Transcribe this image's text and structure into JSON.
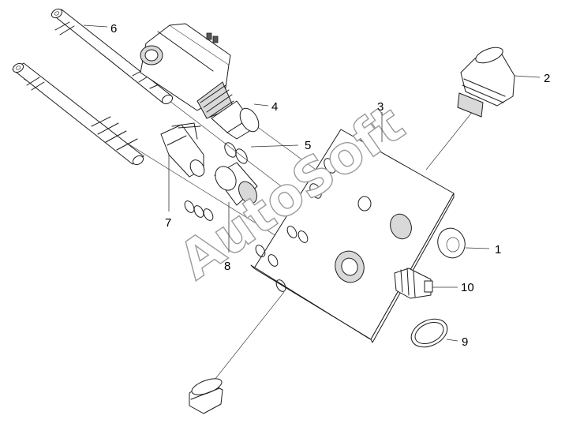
{
  "watermark": "AutoSoft",
  "callouts": [
    {
      "id": "1",
      "text": "1"
    },
    {
      "id": "2",
      "text": "2"
    },
    {
      "id": "3",
      "text": "3"
    },
    {
      "id": "4",
      "text": "4"
    },
    {
      "id": "5",
      "text": "5"
    },
    {
      "id": "6",
      "text": "6"
    },
    {
      "id": "7",
      "text": "7"
    },
    {
      "id": "8",
      "text": "8"
    },
    {
      "id": "9",
      "text": "9"
    },
    {
      "id": "10",
      "text": "10"
    }
  ]
}
